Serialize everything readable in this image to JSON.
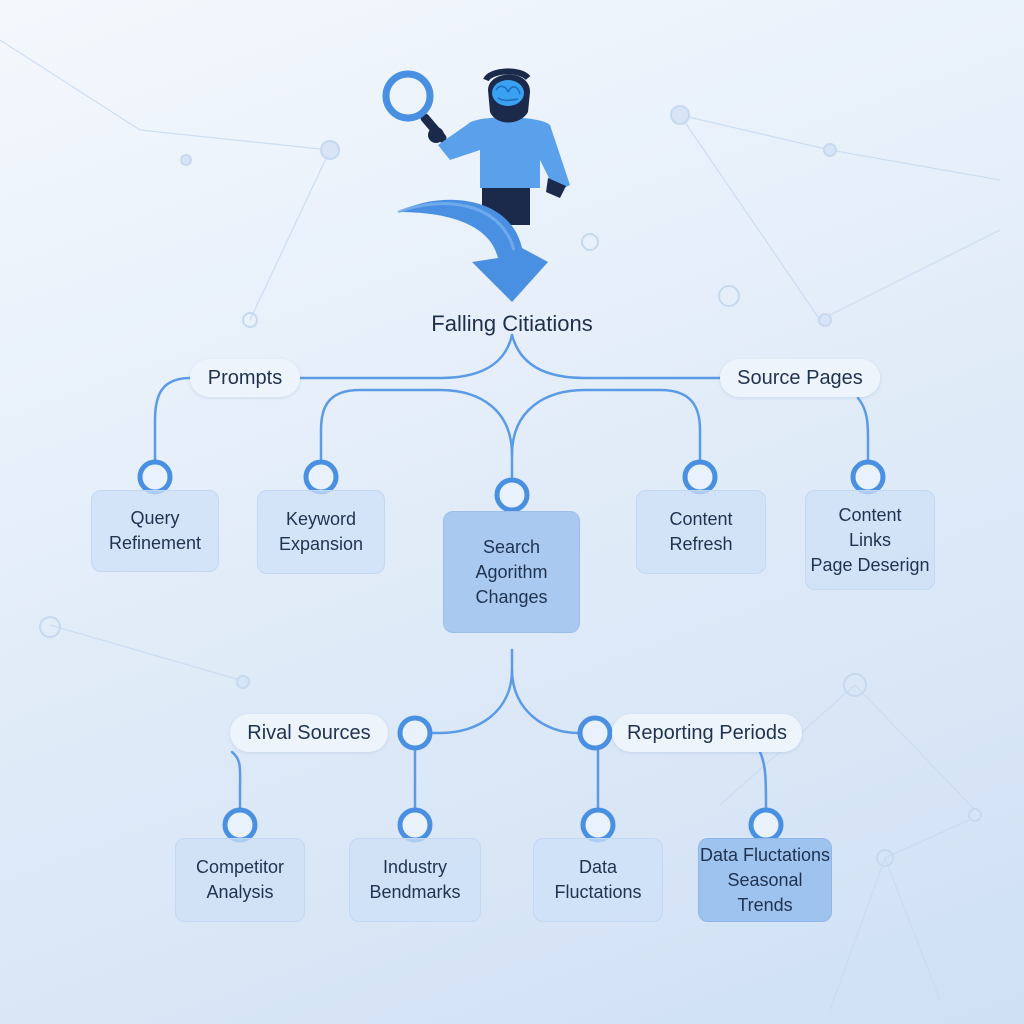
{
  "title": "Falling Citiations",
  "branches": {
    "prompts": "Prompts",
    "source_pages": "Source Pages",
    "rival_sources": "Rival Sources",
    "reporting_periods": "Reporting Periods"
  },
  "nodes": {
    "query_refinement": "Query\nRefinement",
    "keyword_expansion": "Keyword\nExpansion",
    "search_algorithm_changes": "Search\nAgorithm\nChanges",
    "content_refresh": "Content\nRefresh",
    "content_links": "Content\nLinks\nPage Deserign",
    "competitor_analysis": "Competitor\nAnalysis",
    "industry_benchmarks": "Industry\nBendmarks",
    "data_fluctuations": "Data\nFluctations",
    "seasonal_trends": "Data Fluctations\nSeasonal Trends"
  },
  "colors": {
    "connector": "#5b9be6",
    "node_ring": "#4a90e2",
    "figure_shirt": "#5aa0ea",
    "figure_dark": "#1b2a4a",
    "brain": "#3aa0f0",
    "arrow": "#4a90e2"
  },
  "icons": [
    "magnifier-icon",
    "person-brain-icon",
    "curved-down-arrow-icon"
  ]
}
